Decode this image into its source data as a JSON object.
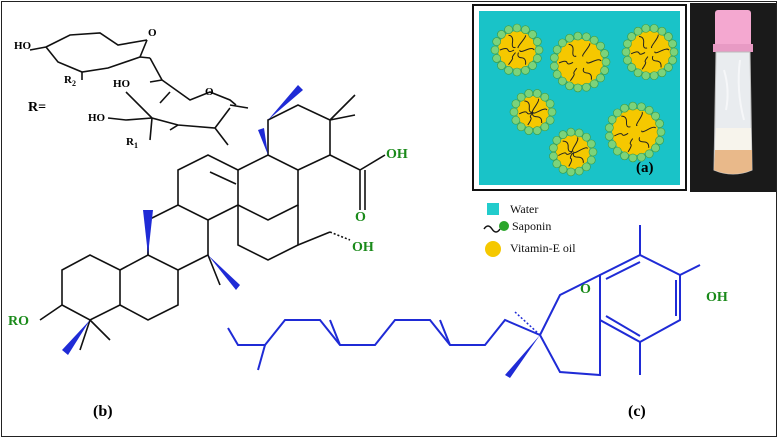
{
  "panels": {
    "a": "(a)",
    "b": "(b)",
    "c": "(c)"
  },
  "saponin_structure": {
    "r_eq": "R=",
    "ro": "RO",
    "ho1": "HO",
    "ho2": "HO",
    "ho3": "HO",
    "r2": "R",
    "r2_sub": "2",
    "r1": "R",
    "r1_sub": "1",
    "o1": "O",
    "o2": "O",
    "oh_acid": "OH",
    "o_acid": "O",
    "oh_ring": "OH"
  },
  "tocopherol_structure": {
    "o_ring": "O",
    "oh": "OH"
  },
  "legend": {
    "items": [
      {
        "label": "Water",
        "icon": "square",
        "color": "#22cccc"
      },
      {
        "label": "Saponin",
        "icon": "squiggle-ball",
        "color": "#2aa52a"
      },
      {
        "label": "Vitamin-E oil",
        "icon": "circle",
        "color": "#f5c800"
      }
    ]
  },
  "colors": {
    "saponin_bonds": "#111111",
    "heteroatom_green": "#1a8a1a",
    "tocopherol_blue": "#1f2bd6",
    "water_bg": "#19c3c8",
    "oil_yellow": "#f5c800",
    "saponin_head_green": "#7bd37b"
  }
}
